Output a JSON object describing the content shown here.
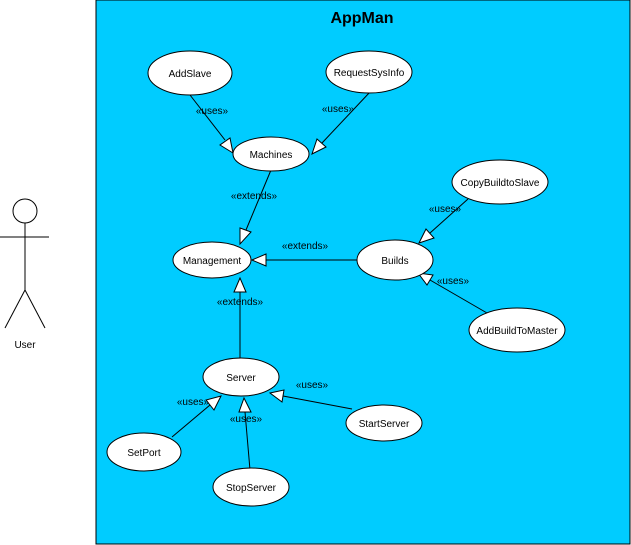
{
  "system": {
    "title": "AppMan",
    "fill_color": "#00ccff"
  },
  "actor": {
    "label": "User"
  },
  "use_cases": [
    {
      "id": "addslave",
      "label": "AddSlave"
    },
    {
      "id": "requestsysinfo",
      "label": "RequestSysInfo"
    },
    {
      "id": "machines",
      "label": "Machines"
    },
    {
      "id": "copybuildtoslave",
      "label": "CopyBuildtoSlave"
    },
    {
      "id": "management",
      "label": "Management"
    },
    {
      "id": "builds",
      "label": "Builds"
    },
    {
      "id": "addbuildtomaster",
      "label": "AddBuildToMaster"
    },
    {
      "id": "server",
      "label": "Server"
    },
    {
      "id": "startserver",
      "label": "StartServer"
    },
    {
      "id": "setport",
      "label": "SetPort"
    },
    {
      "id": "stopserver",
      "label": "StopServer"
    }
  ],
  "relations": [
    {
      "from": "addslave",
      "to": "machines",
      "label": "«uses»"
    },
    {
      "from": "requestsysinfo",
      "to": "machines",
      "label": "«uses»"
    },
    {
      "from": "machines",
      "to": "management",
      "label": "«extends»"
    },
    {
      "from": "builds",
      "to": "management",
      "label": "«extends»"
    },
    {
      "from": "copybuildtoslave",
      "to": "builds",
      "label": "«uses»"
    },
    {
      "from": "addbuildtomaster",
      "to": "builds",
      "label": "«uses»"
    },
    {
      "from": "server",
      "to": "management",
      "label": "«extends»"
    },
    {
      "from": "setport",
      "to": "server",
      "label": "«uses»"
    },
    {
      "from": "stopserver",
      "to": "server",
      "label": "«uses»"
    },
    {
      "from": "startserver",
      "to": "server",
      "label": "«uses»"
    }
  ]
}
